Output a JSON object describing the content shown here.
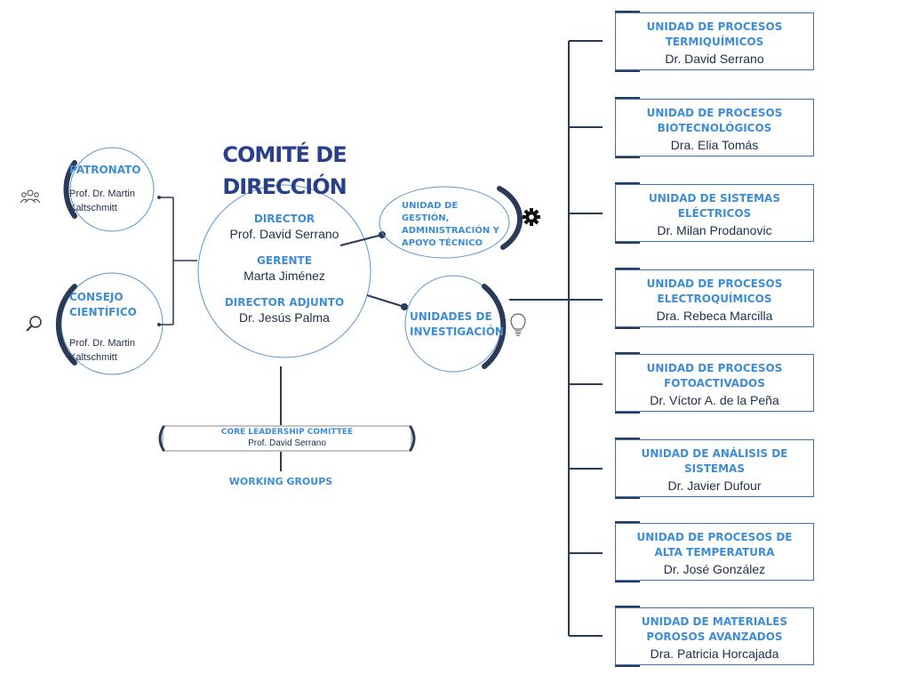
{
  "committee": {
    "title_line1": "COMITÉ DE",
    "title_line2": "DIRECCIÓN",
    "director_label": "DIRECTOR",
    "director_name": "Prof. David Serrano",
    "manager_label": "GERENTE",
    "manager_name": "Marta Jiménez",
    "deputy_label": "DIRECTOR ADJUNTO",
    "deputy_name": "Dr. Jesús Palma"
  },
  "patronato": {
    "label": "PATRONATO",
    "name_line1": "Prof. Dr. Martin",
    "name_line2": "Kaltschmitt",
    "icon": "people-icon"
  },
  "consejo": {
    "label_line1": "CONSEJO",
    "label_line2": "CIENTÍFICO",
    "name_line1": "Prof. Dr. Martin",
    "name_line2": "Kaltschmitt",
    "icon": "magnifier-icon"
  },
  "gestion": {
    "line1": "UNIDAD DE GESTIÓN,",
    "line2": "ADMINISTRACIÓN Y",
    "line3": "APOYO TÉCNICO",
    "icon": "gear-icon"
  },
  "investigacion": {
    "line1": "UNIDADES DE",
    "line2": "INVESTIGACIÓN",
    "icon": "lightbulb-icon"
  },
  "core": {
    "label": "CORE LEADERSHIP COMITTEE",
    "name": "Prof. David Serrano"
  },
  "working_groups": "WORKING GROUPS",
  "units": [
    {
      "title1": "UNIDAD DE PROCESOS",
      "title2": "TERMIQUÍMICOS",
      "name": "Dr. David Serrano"
    },
    {
      "title1": "UNIDAD DE PROCESOS",
      "title2": "BIOTECNOLÓGICOS",
      "name": "Dra. Elia Tomás"
    },
    {
      "title1": "UNIDAD DE SISTEMAS",
      "title2": "ELÉCTRICOS",
      "name": "Dr. Milan Prodanovic"
    },
    {
      "title1": "UNIDAD DE PROCESOS",
      "title2": "ELECTROQUÍMICOS",
      "name": "Dra. Rebeca Marcilla"
    },
    {
      "title1": "UNIDAD DE PROCESOS",
      "title2": "FOTOACTIVADOS",
      "name": "Dr. Víctor A. de la Peña"
    },
    {
      "title1": "UNIDAD DE ANÁLISIS DE",
      "title2": "SISTEMAS",
      "name": "Dr. Javier Dufour"
    },
    {
      "title1": "UNIDAD DE PROCESOS DE",
      "title2": "ALTA TEMPERATURA",
      "name": "Dr. José González"
    },
    {
      "title1": "UNIDAD DE MATERIALES",
      "title2": "POROSOS AVANZADOS",
      "name": "Dra. Patricia Horcajada"
    }
  ],
  "colors": {
    "navy": "#2a3a5a",
    "title_blue": "#2a3f8c",
    "label_blue": "#3d8dd6",
    "border_blue": "#3d6fb6"
  }
}
